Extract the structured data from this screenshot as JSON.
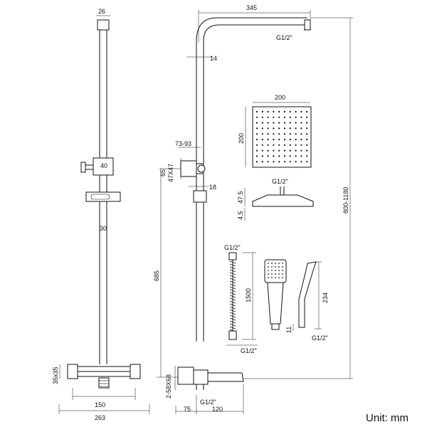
{
  "dimensions": {
    "d26": "26",
    "d40": "40",
    "d30": "30",
    "d35x35": "35x35",
    "d150": "150",
    "d263": "263",
    "d345": "345",
    "d14": "14",
    "g12_top": "G1/2\"",
    "d73_93": "73-93",
    "d65": "65",
    "d47x47": "47X47",
    "d18": "18",
    "d685": "685",
    "d2_58x68": "2-58X68",
    "d75": "75",
    "d120": "120",
    "g12_spout": "G1/2\"",
    "d200_w": "200",
    "d200_h": "200",
    "g12_head": "G1/2\"",
    "d47_5": "47.5",
    "d4_5": "4.5",
    "g12_hose_top": "G1/2\"",
    "d1500": "1500",
    "g12_hose_bottom": "G1/2\"",
    "d234": "234",
    "d11": "11",
    "g12_hand": "G1/2\"",
    "d800_1180": "800-1180"
  },
  "unit_label": "Unit: mm"
}
